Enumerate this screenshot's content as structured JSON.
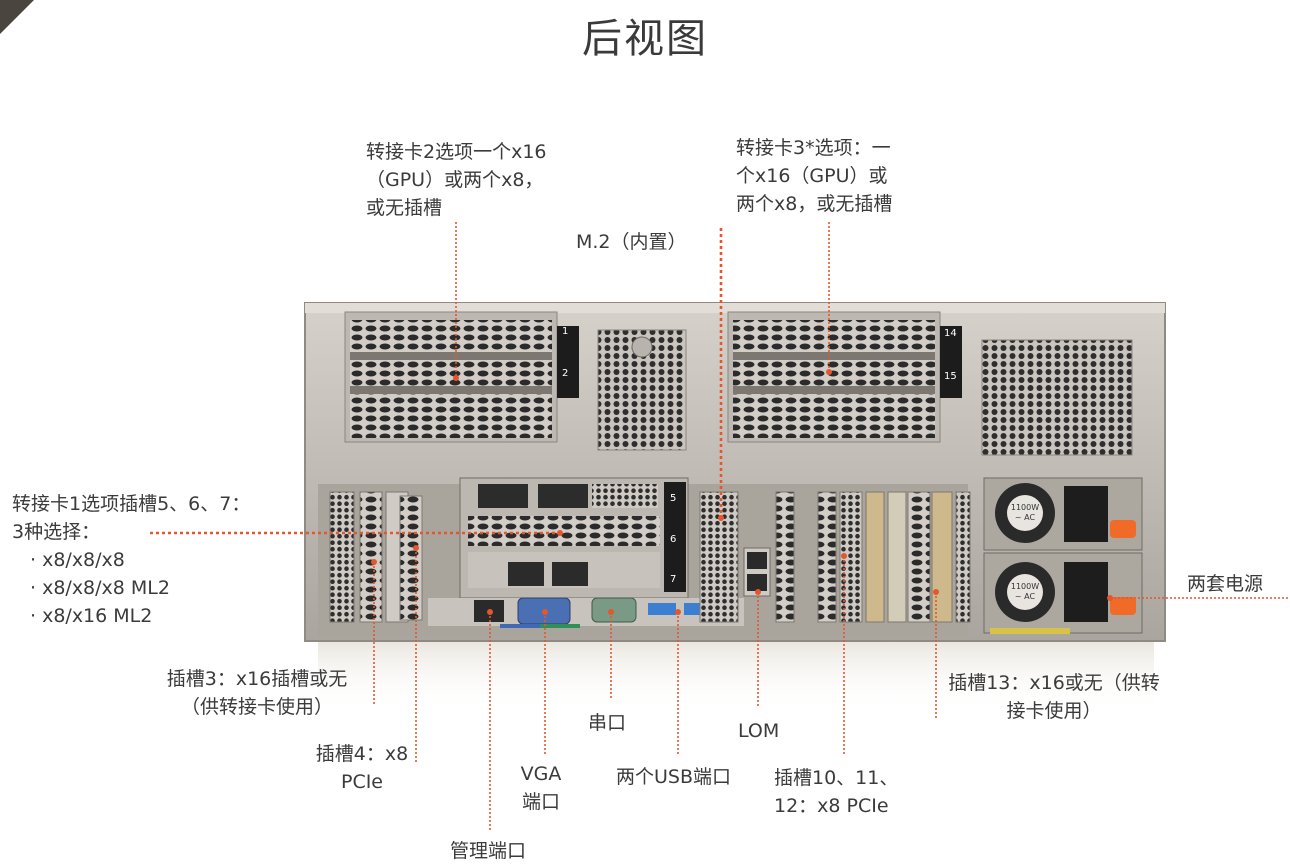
{
  "page": {
    "title": "后视图",
    "colors": {
      "leader_line": "#e4572e",
      "chassis": "#b9b5ae",
      "grille": "#3a3a3a",
      "psu_handle": "#f06a28"
    }
  },
  "labels": {
    "riser2": [
      "转接卡2选项一个x16",
      "（GPU）或两个x8，",
      "或无插槽"
    ],
    "riser3": [
      "转接卡3*选项：一",
      "个x16（GPU）或",
      "两个x8，或无插槽"
    ],
    "m2": "M.2（内置）",
    "riser1": [
      "转接卡1选项插槽5、6、7：",
      "3种选择：",
      "· x8/x8/x8",
      "· x8/x8/x8 ML2",
      "· x8/x16 ML2"
    ],
    "psu": "两套电源",
    "slot3": [
      "插槽3：x16插槽或无",
      "（供转接卡使用）"
    ],
    "slot4": [
      "插槽4：x8",
      "PCIe"
    ],
    "vga": [
      "VGA",
      "端口"
    ],
    "mgmt": "管理端口",
    "serial": "串口",
    "usb": "两个USB端口",
    "lom": "LOM",
    "slot10": [
      "插槽10、11、",
      "12：x8 PCIe"
    ],
    "slot13": [
      "插槽13：x16或无（供转",
      "接卡使用）"
    ]
  },
  "server": {
    "slot_numbers": [
      "1",
      "2",
      "14",
      "15",
      "5",
      "6",
      "7"
    ],
    "psu_rating": [
      "1100W",
      "~ AC"
    ]
  }
}
